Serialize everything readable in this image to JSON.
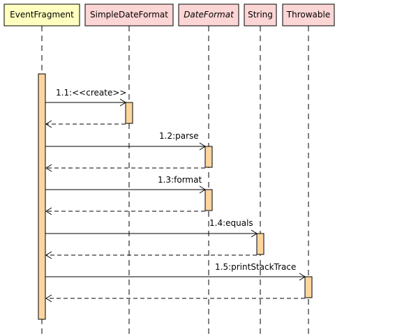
{
  "diagram_type": "UML sequence diagram",
  "colors": {
    "main_participant_fill": "#ffffc0",
    "class_participant_fill": "#fcd5d5",
    "activation_fill": "#fdd59f",
    "line": "#000000"
  },
  "participants": [
    {
      "id": "event-fragment",
      "label": "EventFragment",
      "italic": false,
      "kind": "main"
    },
    {
      "id": "simple-date-format",
      "label": "SimpleDateFormat",
      "italic": false,
      "kind": "class"
    },
    {
      "id": "date-format",
      "label": "DateFormat",
      "italic": true,
      "kind": "class"
    },
    {
      "id": "string",
      "label": "String",
      "italic": false,
      "kind": "class"
    },
    {
      "id": "throwable",
      "label": "Throwable",
      "italic": false,
      "kind": "class"
    }
  ],
  "messages": [
    {
      "id": "m1",
      "label": "1.1:<<create>>",
      "from": "event-fragment",
      "to": "simple-date-format",
      "returns": true
    },
    {
      "id": "m2",
      "label": "1.2:parse",
      "from": "event-fragment",
      "to": "date-format",
      "returns": true
    },
    {
      "id": "m3",
      "label": "1.3:format",
      "from": "event-fragment",
      "to": "date-format",
      "returns": true
    },
    {
      "id": "m4",
      "label": "1.4:equals",
      "from": "event-fragment",
      "to": "string",
      "returns": true
    },
    {
      "id": "m5",
      "label": "1.5:printStackTrace",
      "from": "event-fragment",
      "to": "throwable",
      "returns": true
    }
  ]
}
